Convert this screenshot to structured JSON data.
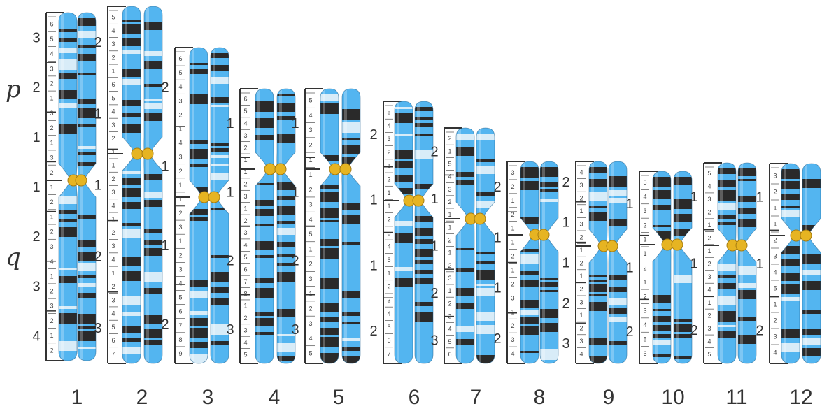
{
  "arm_labels": {
    "p": "p",
    "q": "q"
  },
  "colors": {
    "light_band": "#53b5f0",
    "dark_band": "#2a2a2a",
    "white_band": "#d8ecf8",
    "centromere": "#e6b422",
    "ruler": "#333333",
    "stalk": "#8a8f94"
  },
  "chromosomes": [
    {
      "number": "1",
      "major": [
        "3",
        "2",
        "1",
        "1",
        "2",
        "3",
        "4"
      ],
      "minor": [
        "6",
        "5",
        "4",
        "3",
        "2",
        "1",
        "3",
        "2",
        "1",
        "3",
        "2",
        "1",
        "2",
        "1",
        "2",
        "3",
        "4",
        "1",
        "2",
        "3",
        "2",
        "1",
        "2"
      ]
    },
    {
      "number": "2",
      "major": [
        "2",
        "1",
        "1",
        "2",
        "3"
      ],
      "minor": [
        "5",
        "4",
        "3",
        "2",
        "1",
        "6",
        "5",
        "4",
        "3",
        "2",
        "1",
        "1",
        "2",
        "3",
        "4",
        "1",
        "2",
        "3",
        "4",
        "1",
        "2",
        "3",
        "4",
        "5",
        "6",
        "7"
      ]
    },
    {
      "number": "3",
      "major": [
        "2",
        "1",
        "1",
        "2"
      ],
      "minor": [
        "6",
        "5",
        "4",
        "3",
        "2",
        "1",
        "4",
        "3",
        "2",
        "1",
        "1",
        "2",
        "3",
        "1",
        "2",
        "3",
        "4",
        "5",
        "6",
        "7",
        "8",
        "9"
      ]
    },
    {
      "number": "4",
      "major": [
        "1",
        "1",
        "2",
        "3"
      ],
      "minor": [
        "6",
        "5",
        "4",
        "3",
        "2",
        "1",
        "1",
        "2",
        "3",
        "1",
        "2",
        "3",
        "4",
        "5",
        "6",
        "7",
        "8",
        "1",
        "2",
        "3",
        "4",
        "5"
      ]
    },
    {
      "number": "5",
      "major": [
        "1",
        "1",
        "2",
        "3"
      ],
      "minor": [
        "5",
        "4",
        "3",
        "2",
        "1",
        "1",
        "2",
        "3",
        "4",
        "5",
        "1",
        "2",
        "3",
        "1",
        "2",
        "3",
        "4",
        "5"
      ]
    },
    {
      "number": "6",
      "major": [
        "2",
        "1",
        "1",
        "2"
      ],
      "minor": [
        "5",
        "4",
        "3",
        "2",
        "1",
        "2",
        "1",
        "1",
        "2",
        "3",
        "4",
        "5",
        "1",
        "2",
        "3",
        "4",
        "5",
        "6",
        "7"
      ]
    },
    {
      "number": "7",
      "major": [
        "2",
        "1",
        "1",
        "2",
        "3"
      ],
      "minor": [
        "2",
        "1",
        "5",
        "4",
        "3",
        "2",
        "1",
        "1",
        "2",
        "1",
        "2",
        "3",
        "1",
        "2",
        "3",
        "4",
        "5",
        "6"
      ]
    },
    {
      "number": "8",
      "major": [
        "2",
        "1",
        "1",
        "2"
      ],
      "minor": [
        "3",
        "2",
        "1",
        "2",
        "1",
        "1",
        "2",
        "1",
        "2",
        "3",
        "1",
        "2",
        "3",
        "4"
      ]
    },
    {
      "number": "9",
      "major": [
        "2",
        "1",
        "1",
        "2",
        "3"
      ],
      "minor": [
        "4",
        "3",
        "2",
        "1",
        "3",
        "2",
        "1",
        "2",
        "1",
        "2",
        "3",
        "1",
        "2",
        "3",
        "4"
      ]
    },
    {
      "number": "10",
      "major": [
        "1",
        "1",
        "2"
      ],
      "minor": [
        "5",
        "4",
        "3",
        "2",
        "1",
        "1",
        "2",
        "1",
        "2",
        "3",
        "4",
        "5",
        "6"
      ]
    },
    {
      "number": "11",
      "major": [
        "1",
        "1",
        "2"
      ],
      "minor": [
        "5",
        "4",
        "3",
        "2",
        "1",
        "2",
        "1",
        "2",
        "3",
        "4",
        "1",
        "2",
        "3",
        "4",
        "5"
      ]
    },
    {
      "number": "12",
      "major": [
        "1",
        "1",
        "2"
      ],
      "minor": [
        "3",
        "2",
        "1",
        "1",
        "2",
        "3",
        "4",
        "5",
        "1",
        "2",
        "3",
        "4"
      ]
    }
  ]
}
